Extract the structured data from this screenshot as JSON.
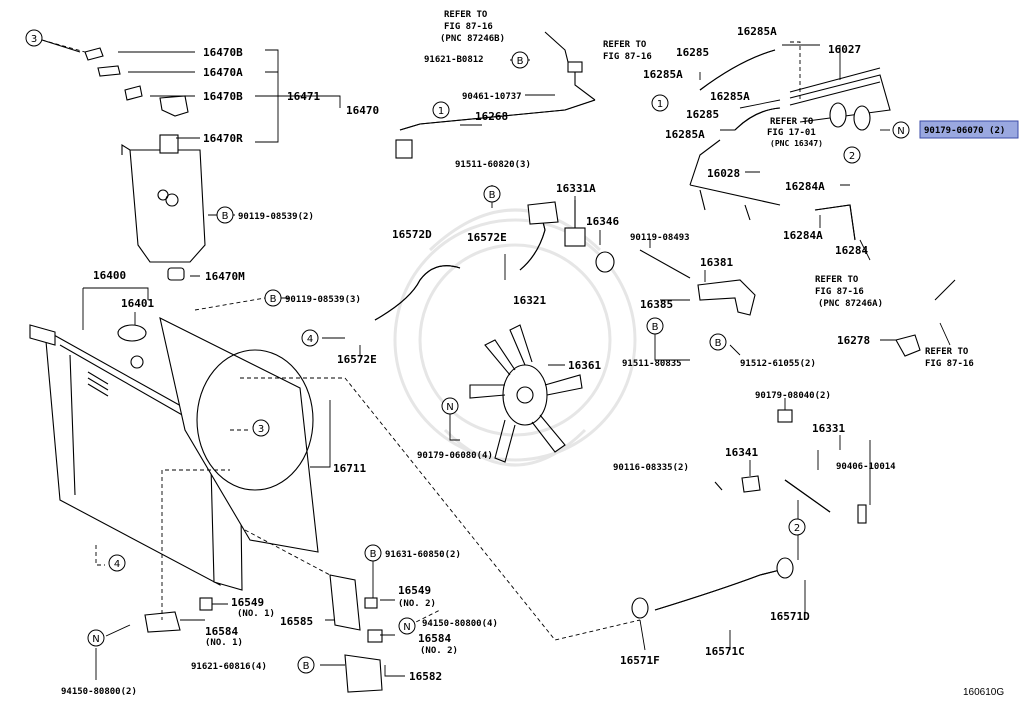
{
  "diagram_id": "160610G",
  "highlighted_part": "90179-06070 (2)",
  "refs": {
    "r1": [
      "REFER TO",
      "FIG 87-16",
      "(PNC 87246B)"
    ],
    "r2": [
      "REFER TO",
      "FIG 87-16"
    ],
    "r3": [
      "REFER TO",
      "FIG 17-01",
      "(PNC 16347)"
    ],
    "r4": [
      "REFER TO",
      "FIG 87-16",
      "(PNC 87246A)"
    ],
    "r5": [
      "REFER TO",
      "FIG 87-16"
    ]
  },
  "markers": {
    "n1": "1",
    "n2": "2",
    "n3": "3",
    "n4": "4",
    "B": "B",
    "N": "N"
  },
  "labels": {
    "p16470B_a": "16470B",
    "p16470A": "16470A",
    "p16470B_b": "16470B",
    "p16471": "16471",
    "p16470": "16470",
    "p16470R": "16470R",
    "p90119_08539_2": "90119-08539(2)",
    "p16470M": "16470M",
    "p16400": "16400",
    "p16401": "16401",
    "p90119_08539_3": "90119-08539(3)",
    "p16572E_a": "16572E",
    "p16572D": "16572D",
    "p16572E_b": "16572E",
    "p16711": "16711",
    "p91621_B0812": "91621-B0812",
    "p90461_10737": "90461-10737",
    "p16268": "16268",
    "p91511_60820": "91511-60820(3)",
    "p16331A": "16331A",
    "p16346": "16346",
    "p16321": "16321",
    "p16361": "16361",
    "p90179_06080": "90179-06080(4)",
    "p90119_08493": "90119-08493",
    "p16381": "16381",
    "p16385": "16385",
    "p91511_80835": "91511-80835",
    "p91512_61055": "91512-61055(2)",
    "p16285A_a": "16285A",
    "p16285_a": "16285",
    "p16285A_b": "16285A",
    "p16027": "16027",
    "p16285A_c": "16285A",
    "p16285_b": "16285",
    "p16285A_d": "16285A",
    "p16028": "16028",
    "p16284A_a": "16284A",
    "p16284A_b": "16284A",
    "p16284": "16284",
    "p16278": "16278",
    "p90179_08040": "90179-08040(2)",
    "p16331": "16331",
    "p16341": "16341",
    "p90116_08335": "90116-08335(2)",
    "p90406_10014": "90406-10014",
    "p16571D": "16571D",
    "p16571F": "16571F",
    "p16571C": "16571C",
    "p91631_60850": "91631-60850(2)",
    "p16549_a": "16549",
    "p16549_a_sub": "(NO. 1)",
    "p16549_b": "16549",
    "p16549_b_sub": "(NO. 2)",
    "p16584_a": "16584",
    "p16584_a_sub": "(NO. 1)",
    "p16585": "16585",
    "p94150_80800_4": "94150-80800(4)",
    "p16584_b": "16584",
    "p16584_b_sub": "(NO. 2)",
    "p91621_60816": "91621-60816(4)",
    "p16582": "16582",
    "p94150_80800_2": "94150-80800(2)"
  }
}
